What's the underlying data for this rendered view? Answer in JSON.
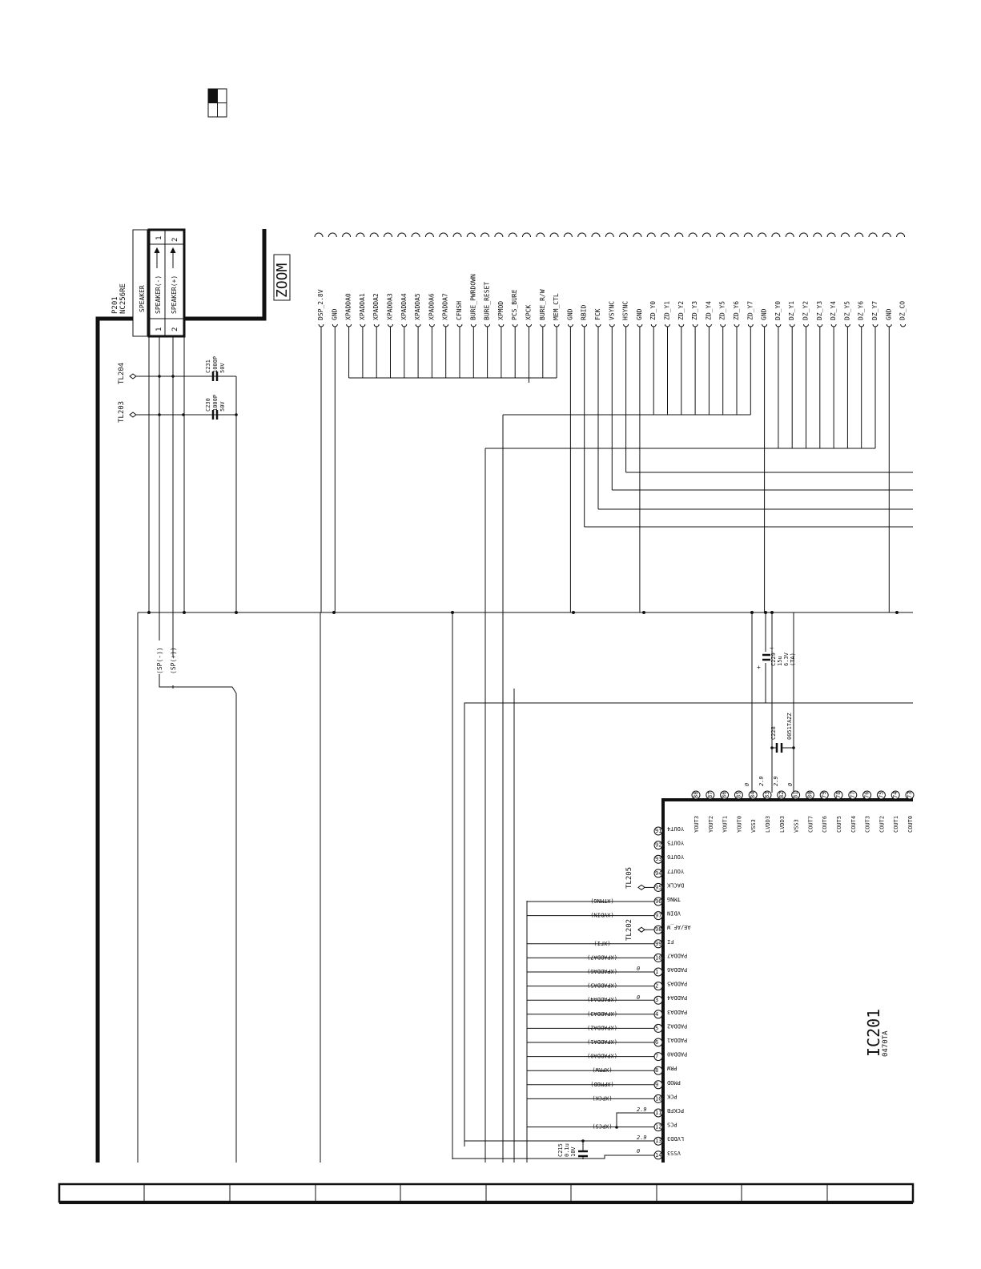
{
  "title_zoom": "ZOOM",
  "connector": {
    "ref": "P201",
    "part": "NC256RE",
    "name": "SPEAKER",
    "pins": [
      {
        "num": "1",
        "label": "SPEAKER(-)"
      },
      {
        "num": "2",
        "label": "SPEAKER(+)"
      }
    ]
  },
  "test_points": {
    "tl204": "TL204",
    "tl203": "TL203",
    "tl205": "TL205",
    "tl202": "TL202"
  },
  "caps": {
    "c231": [
      "C231",
      "1000P",
      "50V"
    ],
    "c230": [
      "C230",
      "1000P",
      "50V"
    ],
    "c229": [
      "C229",
      "15u",
      "6.3V",
      "(TA)"
    ],
    "c228": [
      "C228",
      "0051TAZZ"
    ],
    "c215": [
      "C215",
      "0.1u",
      "10V"
    ]
  },
  "caps_polarity": {
    "plus": "+",
    "minus": "−"
  },
  "signal_labels": [
    "DSP_2.8V",
    "GND",
    "XPADDA0",
    "XPADDA1",
    "XPADDA2",
    "XPADDA3",
    "XPADDA4",
    "XPADDA5",
    "XPADDA6",
    "XPADDA7",
    "CFNSH",
    "BURE_PWRDOWN",
    "BURE_RESET",
    "XPMOD",
    "PCS_BURE",
    "XPCK",
    "BURE_R/W",
    "MEM_CTL",
    "GND",
    "RBID",
    "FCK",
    "VSYNC",
    "HSYNC",
    "GND",
    "ZD_Y0",
    "ZD_Y1",
    "ZD_Y2",
    "ZD_Y3",
    "ZD_Y4",
    "ZD_Y5",
    "ZD_Y6",
    "ZD_Y7",
    "GND",
    "DZ_Y0",
    "DZ_Y1",
    "DZ_Y2",
    "DZ_Y3",
    "DZ_Y4",
    "DZ_Y5",
    "DZ_Y6",
    "DZ_Y7",
    "GND",
    "DZ_CO"
  ],
  "sp_labels": [
    "(SP(-))",
    "(SP(+))"
  ],
  "ic": {
    "ref": "IC201",
    "part": "0470TA",
    "top_pins": [
      {
        "num": "88",
        "name": "YOUT3"
      },
      {
        "num": "87",
        "name": "YOUT2"
      },
      {
        "num": "86",
        "name": "YOUT1"
      },
      {
        "num": "85",
        "name": "YOUT0"
      },
      {
        "num": "84",
        "name": "VSS3"
      },
      {
        "num": "83",
        "name": "LVDD3"
      },
      {
        "num": "82",
        "name": "LVDD3"
      },
      {
        "num": "81",
        "name": "VSS3"
      },
      {
        "num": "80",
        "name": "COUT7"
      },
      {
        "num": "79",
        "name": "COUT6"
      },
      {
        "num": "78",
        "name": "COUT5"
      },
      {
        "num": "77",
        "name": "COUT4"
      },
      {
        "num": "76",
        "name": "COUT3"
      },
      {
        "num": "75",
        "name": "COUT2"
      },
      {
        "num": "74",
        "name": "COUT1"
      },
      {
        "num": "73",
        "name": "COUT0"
      }
    ],
    "top_volts": [
      "0",
      "2.9",
      "2.9",
      "0"
    ],
    "left_pins": [
      {
        "num": "91",
        "name": "YOUT4",
        "net": ""
      },
      {
        "num": "92",
        "name": "YOUT5",
        "net": ""
      },
      {
        "num": "93",
        "name": "YOUT6",
        "net": ""
      },
      {
        "num": "94",
        "name": "YOUT7",
        "net": ""
      },
      {
        "num": "95",
        "name": "DACLK",
        "net": ""
      },
      {
        "num": "96",
        "name": "TMNG",
        "net": "(XTMNG)"
      },
      {
        "num": "97",
        "name": "VDIN",
        "net": "(XVDIN)"
      },
      {
        "num": "98",
        "name": "AE/AF_W",
        "net": ""
      },
      {
        "num": "99",
        "name": "FI",
        "net": "(XFI)"
      },
      {
        "num": "100",
        "name": "PADDA7",
        "net": "(XPADDA7)"
      },
      {
        "num": "1",
        "name": "PADDA6",
        "net": "(XPADDA6)"
      },
      {
        "num": "2",
        "name": "PADDA5",
        "net": "(XPADDA5)"
      },
      {
        "num": "3",
        "name": "PADDA4",
        "net": "(XPADDA4)"
      },
      {
        "num": "4",
        "name": "PADDA3",
        "net": "(XPADDA3)"
      },
      {
        "num": "5",
        "name": "PADDA2",
        "net": "(XPADDA2)"
      },
      {
        "num": "6",
        "name": "PADDA1",
        "net": "(XPADDA1)"
      },
      {
        "num": "7",
        "name": "PADDA0",
        "net": "(XPADDA0)"
      },
      {
        "num": "8",
        "name": "PRW",
        "net": "(XPRW)"
      },
      {
        "num": "9",
        "name": "PMOD",
        "net": "(XPMOD)"
      },
      {
        "num": "10",
        "name": "PCK",
        "net": "(XPCK)"
      },
      {
        "num": "11",
        "name": "PCKFB",
        "net": ""
      },
      {
        "num": "12",
        "name": "PCS",
        "net": "(XPCS)"
      },
      {
        "num": "13",
        "name": "LVDD3",
        "net": ""
      },
      {
        "num": "14",
        "name": "VSS3",
        "net": ""
      }
    ],
    "left_volts": [
      "0",
      "0",
      "2.9",
      "2.9",
      "0"
    ]
  },
  "colors": {
    "ink": "#111111",
    "paper": "#ffffff"
  }
}
